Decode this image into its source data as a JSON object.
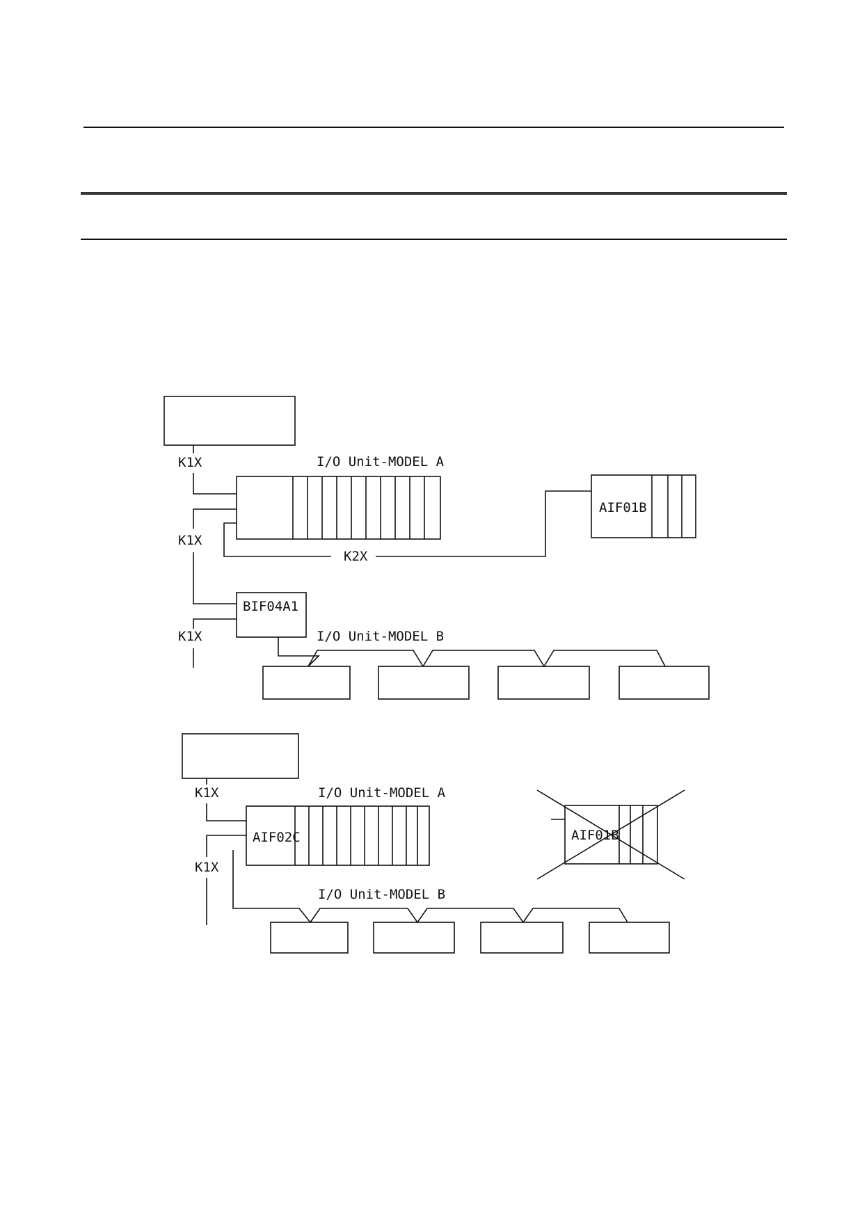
{
  "diagram_top": {
    "cable_k1x_1": "K1X",
    "cable_k1x_2": "K1X",
    "cable_k1x_3": "K1X",
    "cable_k2x": "K2X",
    "unit_a_title": "I/O Unit-MODEL A",
    "unit_b_title": "I/O Unit-MODEL B",
    "interface_remote": "AIF01B",
    "interface_branch": "BIF04A1"
  },
  "diagram_bottom": {
    "cable_k1x_1": "K1X",
    "cable_k1x_2": "K1X",
    "unit_a_title": "I/O Unit-MODEL A",
    "unit_b_title": "I/O Unit-MODEL B",
    "interface_main": "AIF02C",
    "interface_removed": "AIF01B"
  }
}
